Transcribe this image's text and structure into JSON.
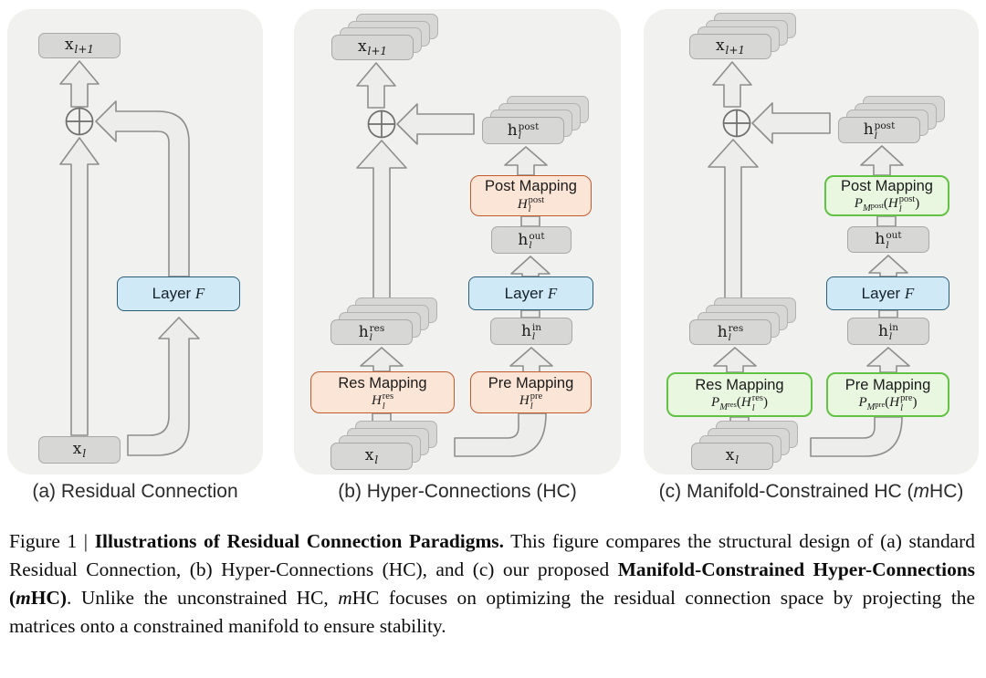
{
  "colors": {
    "panel_bg": "#f1f1ef",
    "box_gray_fill": "#d7d7d5",
    "box_gray_border": "#a8a8a6",
    "arrow_fill": "#ededeb",
    "arrow_stroke": "#8e8e8c",
    "orange_fill": "#fbe5d6",
    "orange_border": "#c15b2e",
    "green_fill": "#e9f6e0",
    "green_border": "#62c243",
    "blue_fill": "#cfe9f6",
    "blue_border": "#2b5d77"
  },
  "panels": {
    "a": {
      "subcaption": "(a) Residual Connection",
      "xl1": {
        "base": "x",
        "sub": "l+1"
      },
      "xl": {
        "base": "x",
        "sub": "l"
      },
      "layer": {
        "label": "Layer ",
        "f": "F"
      }
    },
    "b": {
      "subcaption": "(b) Hyper-Connections (HC)",
      "xl1": {
        "base": "x",
        "sub": "l+1"
      },
      "xl": {
        "base": "x",
        "sub": "l"
      },
      "hres": {
        "base": "h",
        "sup": "res",
        "sub": "l"
      },
      "hin": {
        "base": "h",
        "sup": "in",
        "sub": "l"
      },
      "hout": {
        "base": "h",
        "sup": "out",
        "sub": "l"
      },
      "hpost": {
        "base": "h",
        "sup": "post",
        "sub": "l"
      },
      "layer": {
        "label": "Layer ",
        "f": "F"
      },
      "res_mapping": {
        "title": "Res Mapping",
        "h": "H",
        "sup": "res",
        "sub": "l"
      },
      "pre_mapping": {
        "title": "Pre Mapping",
        "h": "H",
        "sup": "pre",
        "sub": "l"
      },
      "post_mapping": {
        "title": "Post Mapping",
        "h": "H",
        "sup": "post",
        "sub": "l"
      }
    },
    "c": {
      "subcaption_segments": [
        {
          "text": "(c) Manifold-Constrained HC (",
          "style": "normal"
        },
        {
          "text": "m",
          "style": "italic"
        },
        {
          "text": "HC)",
          "style": "normal"
        }
      ],
      "xl1": {
        "base": "x",
        "sub": "l+1"
      },
      "xl": {
        "base": "x",
        "sub": "l"
      },
      "hres": {
        "base": "h",
        "sup": "res",
        "sub": "l"
      },
      "hin": {
        "base": "h",
        "sup": "in",
        "sub": "l"
      },
      "hout": {
        "base": "h",
        "sup": "out",
        "sub": "l"
      },
      "hpost": {
        "base": "h",
        "sup": "post",
        "sub": "l"
      },
      "layer": {
        "label": "Layer ",
        "f": "F"
      },
      "res_mapping": {
        "title": "Res Mapping",
        "p": "P",
        "m": "M",
        "msup": "res",
        "open": "(",
        "h": "H",
        "sup": "res",
        "sub": "l",
        "close": ")"
      },
      "pre_mapping": {
        "title": "Pre Mapping",
        "p": "P",
        "m": "M",
        "msup": "pre",
        "open": "(",
        "h": "H",
        "sup": "pre",
        "sub": "l",
        "close": ")"
      },
      "post_mapping": {
        "title": "Post Mapping",
        "p": "P",
        "m": "M",
        "msup": "post",
        "open": "(",
        "h": "H",
        "sup": "post",
        "sub": "l",
        "close": ")"
      }
    }
  },
  "caption": {
    "segments": [
      {
        "text": "Figure 1 | ",
        "style": "normal"
      },
      {
        "text": "Illustrations of Residual Connection Paradigms.",
        "style": "bold"
      },
      {
        "text": " This figure compares the structural design of (a) standard Residual Connection, (b) Hyper-Connections (HC), and (c) our proposed ",
        "style": "normal"
      },
      {
        "text": "Manifold-Constrained Hyper-Connections (",
        "style": "bold"
      },
      {
        "text": "m",
        "style": "bold-italic"
      },
      {
        "text": "HC)",
        "style": "bold"
      },
      {
        "text": ". Unlike the unconstrained HC, ",
        "style": "normal"
      },
      {
        "text": "m",
        "style": "italic"
      },
      {
        "text": "HC focuses on optimizing the residual connection space by projecting the matrices onto a constrained manifold to ensure stability.",
        "style": "normal"
      }
    ]
  }
}
